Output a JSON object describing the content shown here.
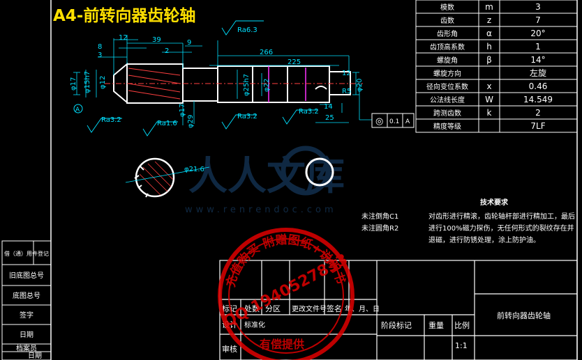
{
  "title": "A4-前转向器齿轮轴",
  "watermark": {
    "cn": "人人文库",
    "url": "www.renrendoc.com"
  },
  "roughness": [
    "Ra6.3",
    "Ra3.2",
    "Ra1.6",
    "Ra3.2",
    "Ra3.2"
  ],
  "dimensions": {
    "top": [
      "12",
      "39",
      "8",
      "3",
      "9",
      "2",
      "266",
      "225"
    ],
    "left": [
      "φ17",
      "φ15h7",
      "φ12",
      "φ"
    ],
    "mid": [
      "φ25h7",
      "φ22",
      "φ17",
      "φ29"
    ],
    "right": [
      "12",
      "R5",
      "φ20",
      "14",
      "25"
    ],
    "section": "φ21.6"
  },
  "tolerance": {
    "symbol": "◎",
    "value": "0.1",
    "datum": "A"
  },
  "param_table": [
    {
      "name": "模数",
      "sym": "m",
      "val": "3"
    },
    {
      "name": "齿数",
      "sym": "z",
      "val": "7"
    },
    {
      "name": "齿形角",
      "sym": "α",
      "val": "20°"
    },
    {
      "name": "齿顶高系数",
      "sym": "h",
      "val": "1"
    },
    {
      "name": "螺旋角",
      "sym": "β",
      "val": "14°"
    },
    {
      "name": "螺旋方向",
      "sym": "",
      "val": "左旋"
    },
    {
      "name": "径向变位系数",
      "sym": "x",
      "val": "0.46"
    },
    {
      "name": "公法线长度",
      "sym": "W",
      "val": "14.549"
    },
    {
      "name": "跨测齿数",
      "sym": "k",
      "val": "2"
    },
    {
      "name": "精度等级",
      "sym": "",
      "val": "7LF"
    }
  ],
  "notes": {
    "left": [
      "未注倒角C1",
      "未注圆角R2"
    ],
    "heading": "技术要求",
    "body": [
      "对齿形进行精滚，齿轮轴杆部进行精加工，最后",
      "进行100%磁力探伤，无任何形式的裂纹存在并",
      "退磁，进行防锈处理，涂上防护油。"
    ]
  },
  "left_strip": [
    "借（通）用件登记",
    "旧底图总号",
    "底图总号",
    "签字",
    "日期",
    "档案员",
    "日期"
  ],
  "title_block": {
    "header": [
      "标记",
      "处数",
      "分区",
      "更改文件号",
      "签名",
      "年、月、日"
    ],
    "rows": [
      "设计",
      "标准化",
      "审核"
    ],
    "stage": [
      "阶段标记",
      "重量",
      "比例"
    ],
    "scale": "1:1",
    "part_name": "前转向器齿轮轴"
  },
  "stamp": {
    "arc": "充值购买 附赠图纸+说明书",
    "qq": "QQ 1940527833",
    "bottom": "有偿提供"
  }
}
